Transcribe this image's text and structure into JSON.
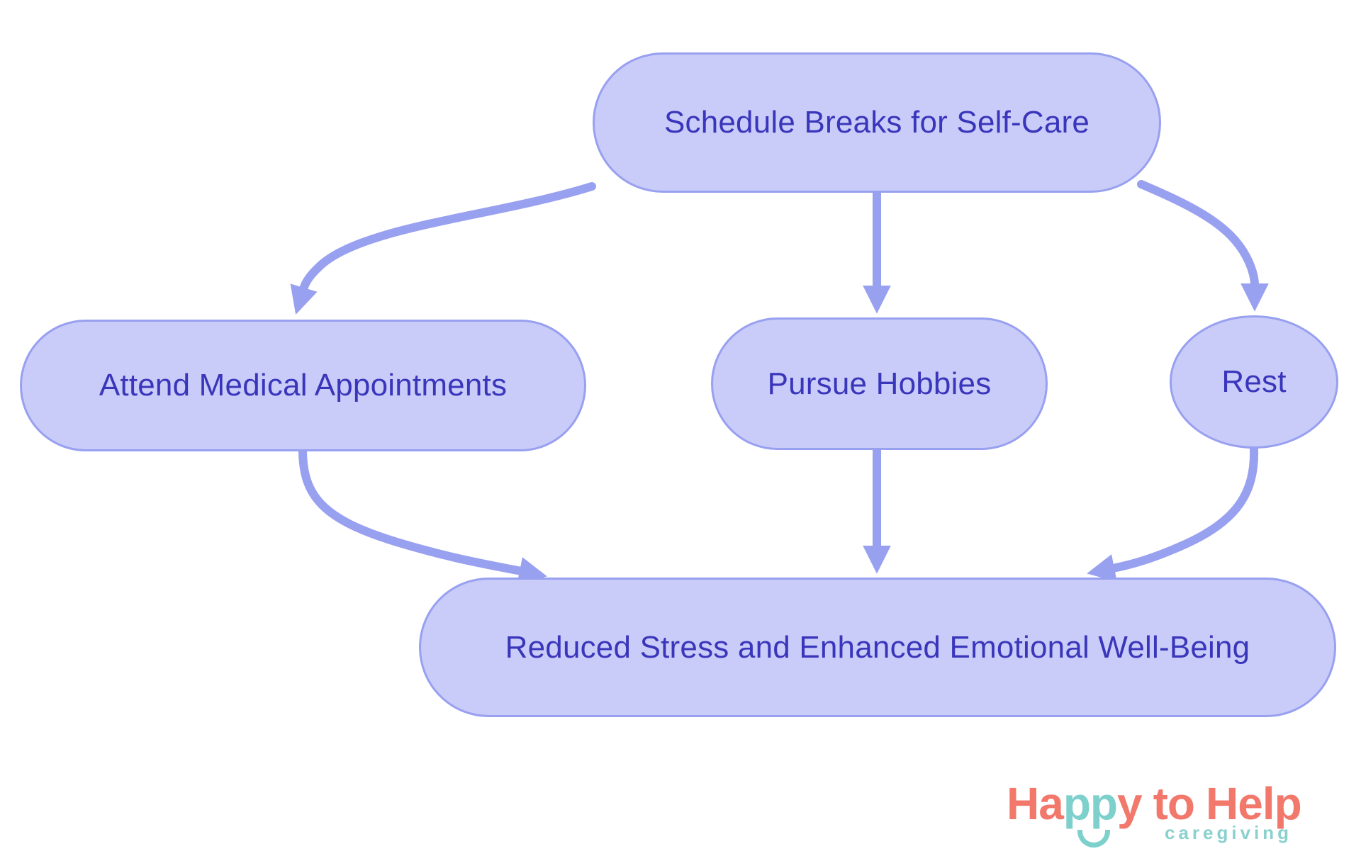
{
  "diagram": {
    "title": "",
    "nodes": [
      {
        "id": "schedule-breaks-for-self-care",
        "label": "Schedule Breaks for Self-Care",
        "shape": "rounded-rectangle"
      },
      {
        "id": "attend-medical-appointments",
        "label": "Attend Medical Appointments",
        "shape": "rounded-rectangle"
      },
      {
        "id": "pursue-hobbies",
        "label": "Pursue Hobbies",
        "shape": "rounded-rectangle"
      },
      {
        "id": "rest",
        "label": "Rest",
        "shape": "ellipse"
      },
      {
        "id": "reduced-stress-and-enhanced-emotional-well-being",
        "label": "Reduced Stress and Enhanced Emotional Well-Being",
        "shape": "rounded-rectangle"
      }
    ],
    "edges": [
      {
        "from": "schedule-breaks-for-self-care",
        "to": "attend-medical-appointments"
      },
      {
        "from": "schedule-breaks-for-self-care",
        "to": "pursue-hobbies"
      },
      {
        "from": "schedule-breaks-for-self-care",
        "to": "rest"
      },
      {
        "from": "attend-medical-appointments",
        "to": "reduced-stress-and-enhanced-emotional-well-being"
      },
      {
        "from": "pursue-hobbies",
        "to": "reduced-stress-and-enhanced-emotional-well-being"
      },
      {
        "from": "rest",
        "to": "reduced-stress-and-enhanced-emotional-well-being"
      }
    ],
    "colors": {
      "background": "#ffffff",
      "node_fill": "#c9ccf8",
      "node_border": "#98a0f0",
      "arrow": "#98a0f0",
      "node_text": "#3a36bb"
    }
  },
  "logo": {
    "happy_prefix": "Ha",
    "happy_pp": "pp",
    "happy_suffix": "y",
    "word_to": "to",
    "word_help": "Help",
    "tagline": "caregiving",
    "colors": {
      "coral": "#f2786c",
      "teal": "#7ed0cc",
      "tagline_teal": "#8ad1cd"
    }
  }
}
